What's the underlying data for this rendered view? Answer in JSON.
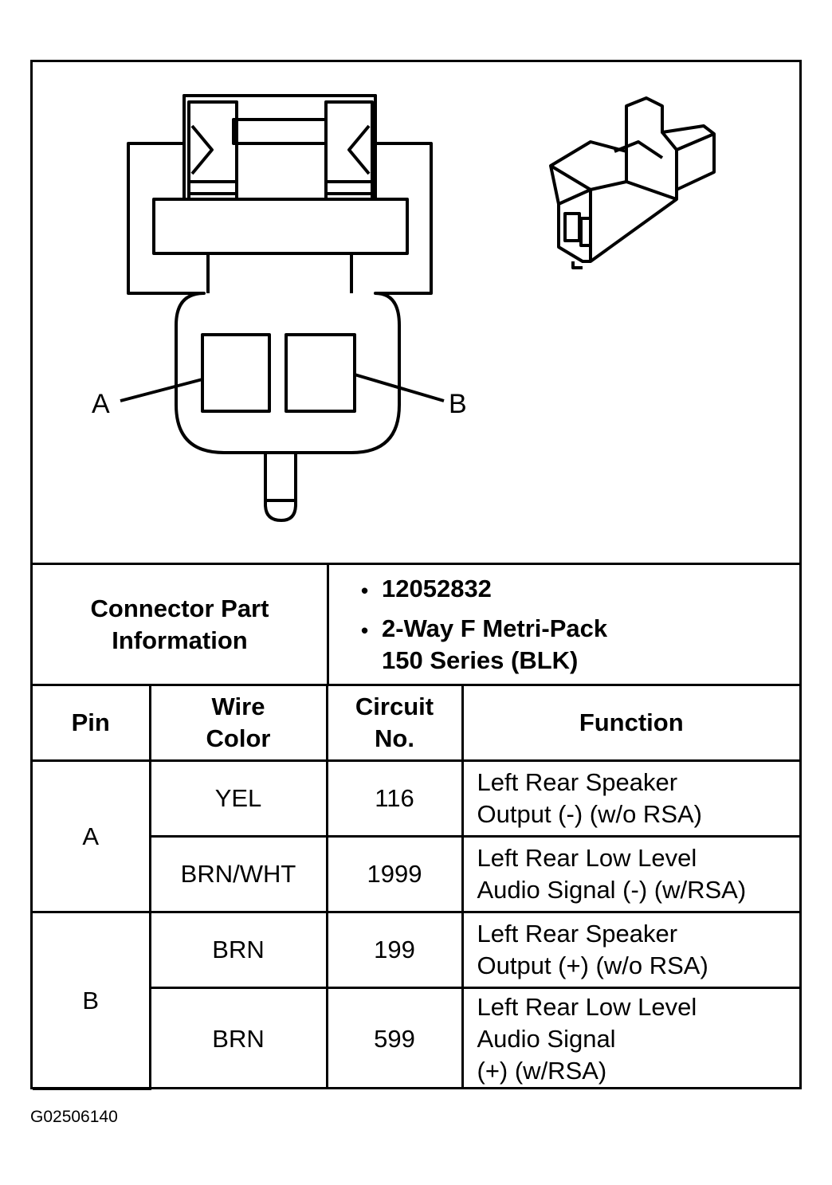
{
  "diagram": {
    "pin_labels": [
      "A",
      "B"
    ]
  },
  "part_info": {
    "label_line1": "Connector Part",
    "label_line2": "Information",
    "part_number": "12052832",
    "description_line1": "2-Way F Metri-Pack",
    "description_line2": "150 Series (BLK)",
    "bullet": "•"
  },
  "table": {
    "headers": {
      "pin": "Pin",
      "wire_color_line1": "Wire",
      "wire_color_line2": "Color",
      "circuit_line1": "Circuit",
      "circuit_line2": "No.",
      "function": "Function"
    },
    "rows": [
      {
        "pin": "A",
        "wire_color": "YEL",
        "circuit": "116",
        "function_lines": [
          "Left Rear Speaker",
          "Output (-) (w/o RSA)"
        ]
      },
      {
        "pin": "A",
        "wire_color": "BRN/WHT",
        "circuit": "1999",
        "function_lines": [
          "Left Rear Low Level",
          "Audio Signal (-) (w/RSA)"
        ]
      },
      {
        "pin": "B",
        "wire_color": "BRN",
        "circuit": "199",
        "function_lines": [
          "Left Rear Speaker",
          "Output (+) (w/o RSA)"
        ]
      },
      {
        "pin": "B",
        "wire_color": "BRN",
        "circuit": "599",
        "function_lines": [
          "Left Rear Low Level",
          "Audio Signal",
          "(+) (w/RSA)"
        ]
      }
    ]
  },
  "figure_id": "G02506140"
}
